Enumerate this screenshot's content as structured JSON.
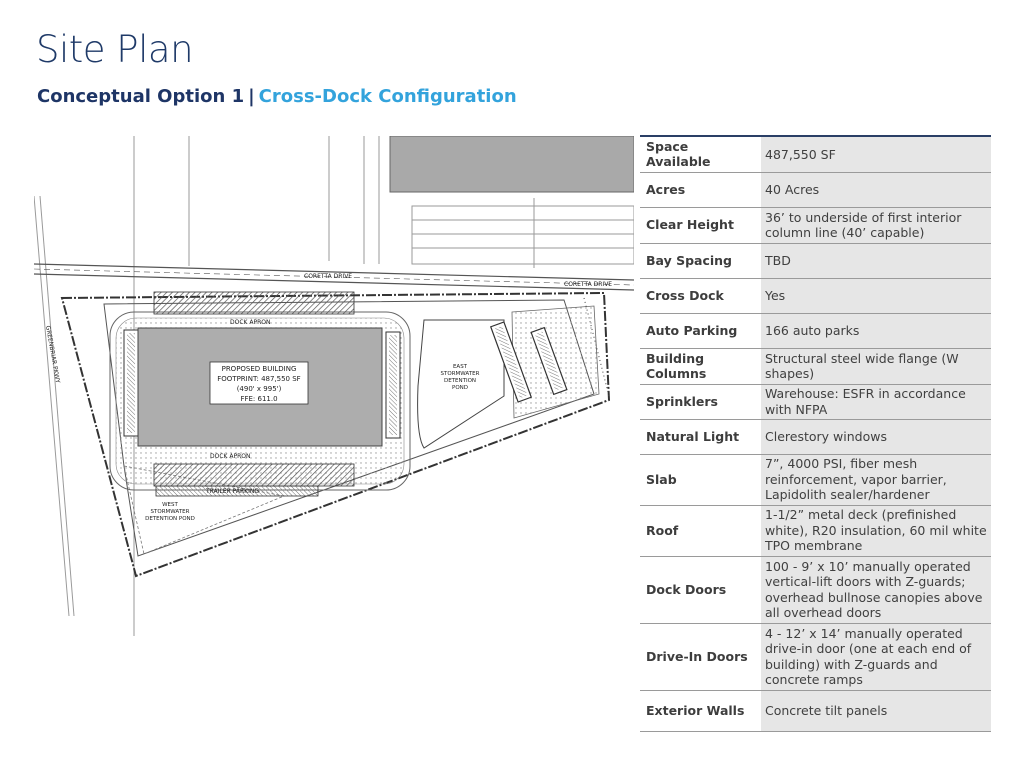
{
  "header": {
    "title": "Site Plan",
    "option": "Conceptual Option 1",
    "separator": "|",
    "configuration": "Cross-Dock Configuration"
  },
  "site_plan": {
    "road_label": "CORETTA DRIVE",
    "road_label_2": "CORETTA DRIVE",
    "side_road": "GREENBRIAR PKWY",
    "building_lines": [
      "PROPOSED BUILDING",
      "FOOTPRINT: 487,550 SF",
      "(490' x 995')",
      "FFE: 611.0"
    ],
    "dock_apron_top": "DOCK APRON",
    "dock_apron_bottom": "DOCK APRON",
    "trailer_parking": "TRAILER PARKING",
    "east_pond": [
      "EAST",
      "STORMWATER",
      "DETENTION",
      "POND"
    ],
    "west_pond": [
      "WEST",
      "STORMWATER",
      "DETENTION POND"
    ]
  },
  "specs": [
    {
      "label": "Space Available",
      "value": "487,550 SF"
    },
    {
      "label": "Acres",
      "value": "40 Acres"
    },
    {
      "label": "Clear Height",
      "value": "36’ to underside of first interior column line (40’ capable)"
    },
    {
      "label": "Bay Spacing",
      "value": "TBD"
    },
    {
      "label": "Cross Dock",
      "value": "Yes"
    },
    {
      "label": "Auto Parking",
      "value": "166 auto parks"
    },
    {
      "label": "Building Columns",
      "value": "Structural steel wide flange (W shapes)"
    },
    {
      "label": "Sprinklers",
      "value": "Warehouse: ESFR in accordance with NFPA"
    },
    {
      "label": "Natural Light",
      "value": "Clerestory windows"
    },
    {
      "label": "Slab",
      "value": "7”, 4000 PSI, fiber mesh reinforcement, vapor barrier, Lapidolith sealer/hardener"
    },
    {
      "label": "Roof",
      "value": "1-1/2” metal deck (prefinished white), R20 insulation, 60 mil white TPO membrane"
    },
    {
      "label": "Dock Doors",
      "value": "100 - 9’ x 10’ manually operated vertical-lift doors with Z-guards; overhead bullnose canopies above all overhead doors"
    },
    {
      "label": "Drive-In Doors",
      "value": "4 - 12’ x 14’ manually operated drive-in door (one at each end of building) with Z-guards and concrete ramps"
    },
    {
      "label": "Exterior Walls",
      "value": "Concrete tilt panels"
    }
  ]
}
